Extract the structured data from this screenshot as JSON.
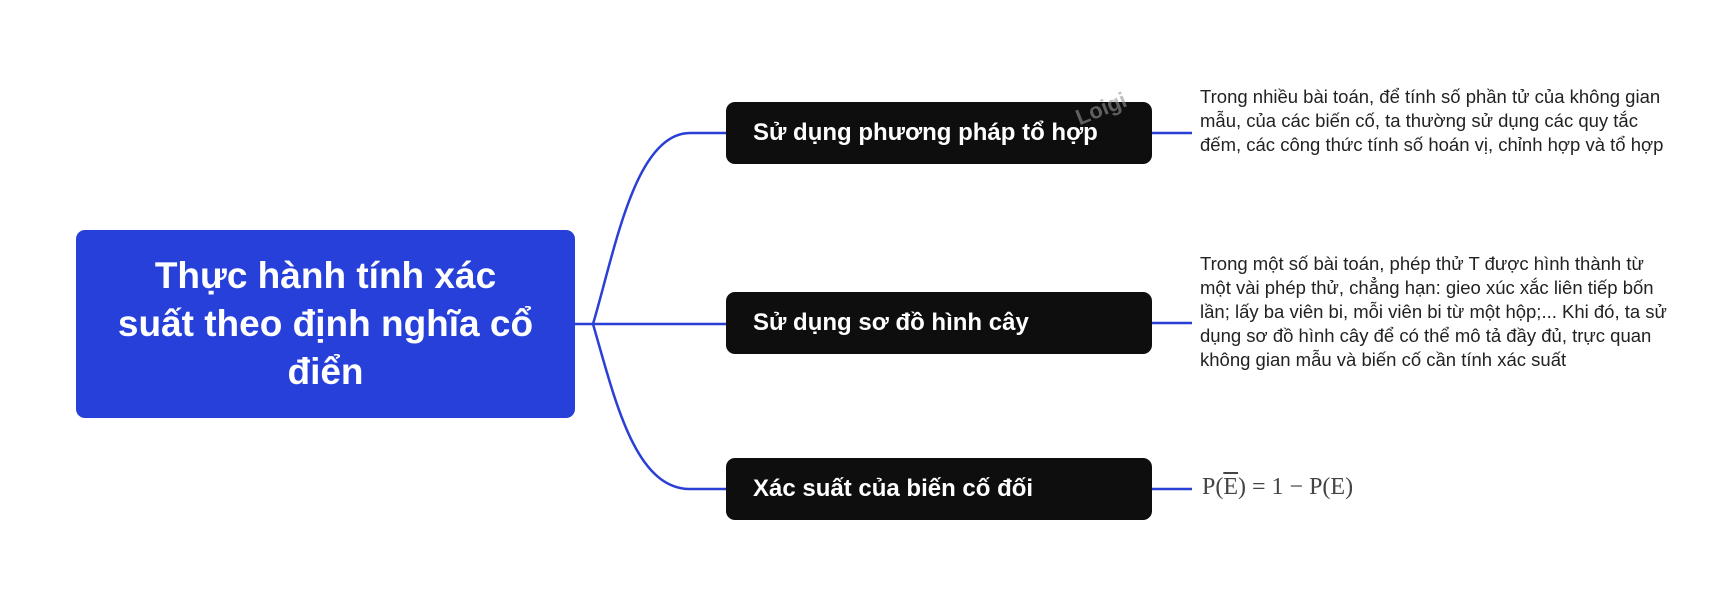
{
  "root": {
    "title": "Thực hành tính xác suất theo định nghĩa cổ điển"
  },
  "branches": [
    {
      "label": "Sử dụng phương pháp tổ hợp",
      "description": "Trong nhiều bài toán, để tính số phần tử của không gian mẫu, của các biến cố, ta thường sử dụng các quy tắc đếm, các công thức tính số hoán vị, chỉnh hợp và tổ hợp"
    },
    {
      "label": "Sử dụng sơ đồ hình cây",
      "description": "Trong một số bài toán, phép thử T được hình thành từ một vài phép thử, chẳng hạn: gieo xúc xắc liên tiếp bốn lần; lấy ba viên bi, mỗi viên bi từ một hộp;... Khi đó, ta sử dụng sơ đồ hình cây để có thể mô tả đầy đủ, trực quan không gian mẫu và biến cố cần tính xác suất"
    },
    {
      "label": "Xác suất của biến cố đối",
      "formula": {
        "lhs_prefix": "P(",
        "lhs_var": "E",
        "lhs_suffix": ") = 1 − P(E)"
      }
    }
  ],
  "watermark": "Loigi",
  "colors": {
    "root": "#2640d9",
    "branch": "#0e0e0e",
    "connector": "#2a3fd6"
  }
}
